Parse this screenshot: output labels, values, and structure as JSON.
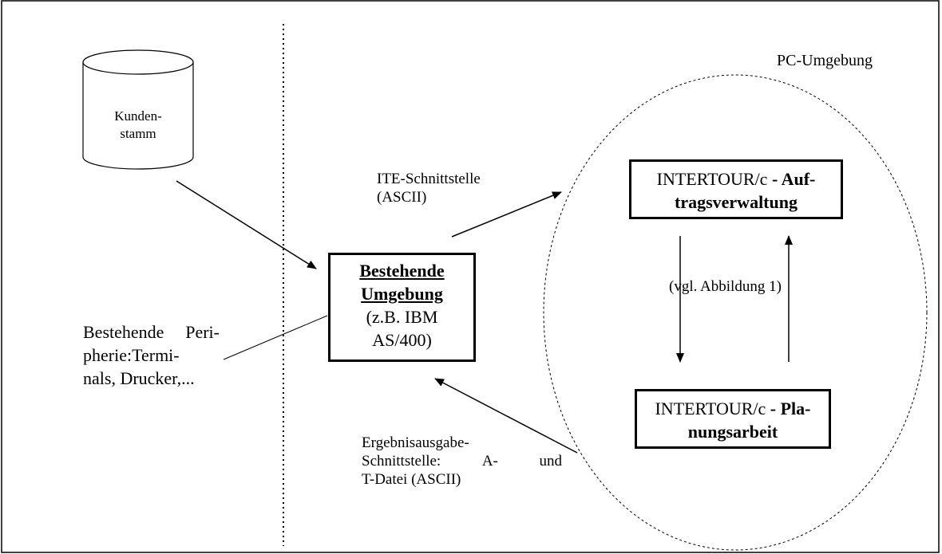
{
  "zone_label": "PC-Umgebung",
  "database": {
    "line1": "Kunden-",
    "line2": "stamm"
  },
  "interface_top": {
    "line1": "ITE-Schnittstelle",
    "line2": "(ASCII)"
  },
  "existing_env": {
    "line1": "Bestehende",
    "line2": "Umgebung",
    "line3": "(z.B. IBM",
    "line4": "AS/400)"
  },
  "peripherals": {
    "line1_a": "Bestehende",
    "line1_b": "Peri-",
    "line2": "pherie:Termi-",
    "line3": "nals, Drucker,..."
  },
  "order_mgmt": {
    "line1_normal": "INTERTOUR/c",
    "line1_bold": " - Auf-",
    "line2": "tragsverwaltung"
  },
  "reference": "(vgl. Abbildung 1)",
  "planning": {
    "line1_normal": "INTERTOUR/c",
    "line1_bold": " - Pla-",
    "line2": "nungsarbeit"
  },
  "output_interface": {
    "line1": "Ergebnisausgabe-",
    "line2_a": "Schnittstelle:",
    "line2_b": "A-",
    "line2_c": "und",
    "line3": "T-Datei (ASCII)"
  }
}
